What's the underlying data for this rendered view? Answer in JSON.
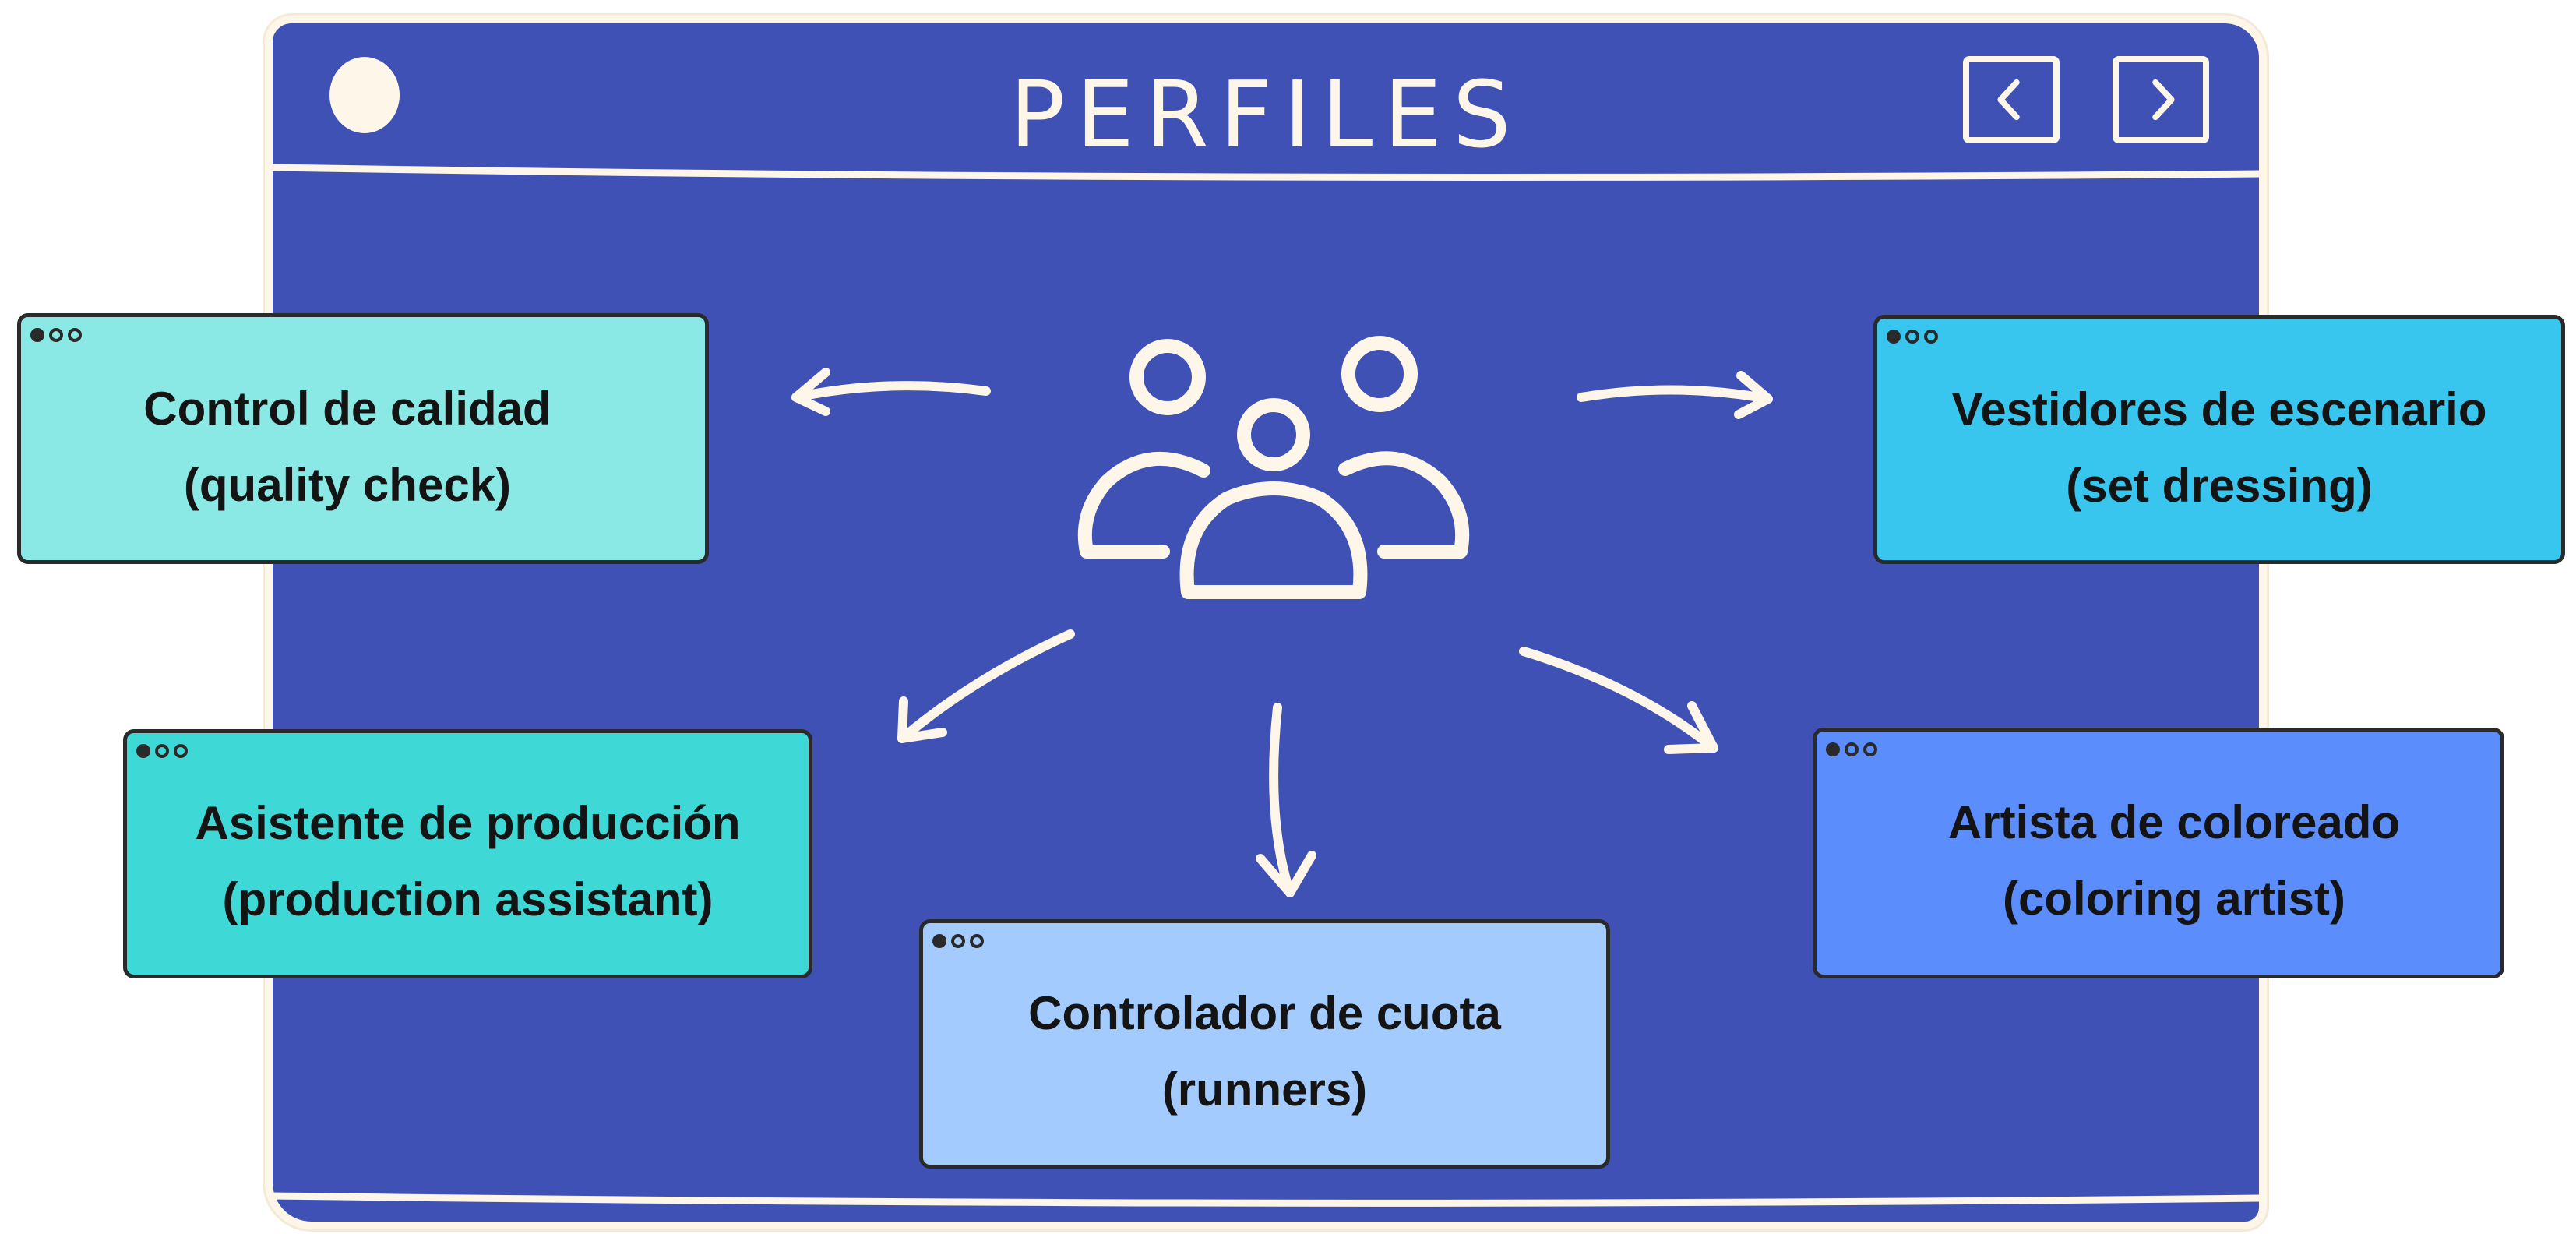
{
  "window": {
    "title": "PERFILES",
    "nav": {
      "prev_icon": "chevron-left-icon",
      "next_icon": "chevron-right-icon"
    }
  },
  "center": {
    "icon": "users-group-icon"
  },
  "cards": [
    {
      "id": "qc",
      "line1": "Control de calidad",
      "line2": "(quality check)",
      "color": "#8ae9e5"
    },
    {
      "id": "set",
      "line1": "Vestidores de escenario",
      "line2": "(set dressing)",
      "color": "#38c6ee"
    },
    {
      "id": "pa",
      "line1": "Asistente de producción",
      "line2": "(production assistant)",
      "color": "#3ed8d6"
    },
    {
      "id": "runners",
      "line1": "Controlador de cuota",
      "line2": "(runners)",
      "color": "#a3cbfd"
    },
    {
      "id": "color",
      "line1": "Artista de coloreado",
      "line2": "(coloring artist)",
      "color": "#5c8dfc"
    }
  ],
  "colors": {
    "background": "#3f51b5",
    "stroke": "#fdf6e9",
    "card_border": "#2a2a2a"
  }
}
